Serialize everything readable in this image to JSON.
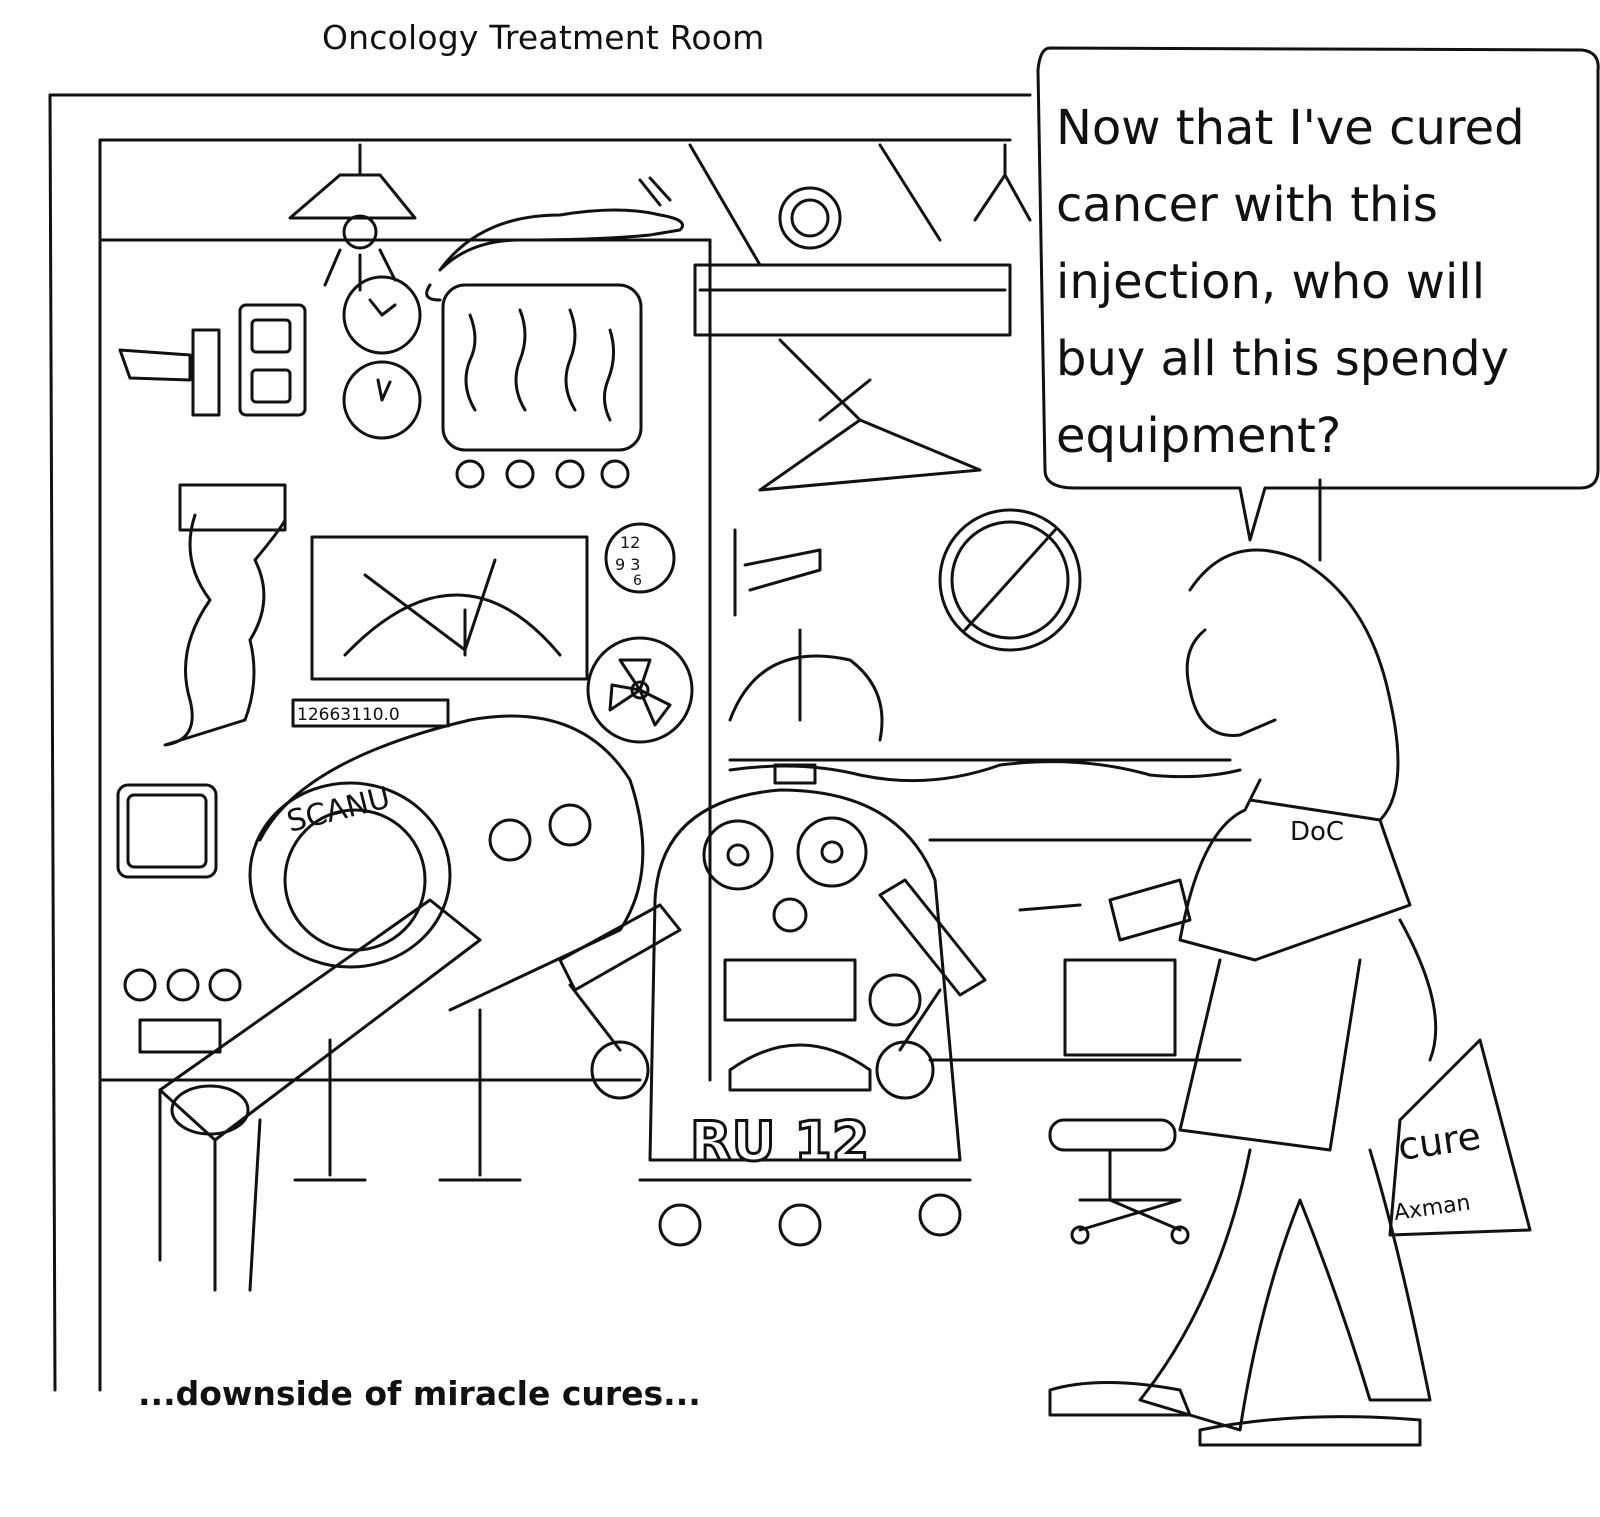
{
  "title": "Oncology Treatment Room",
  "speech_bubble": {
    "text": "Now that I've cured\ncancer with this\ninjection, who will\nbuy all this spendy\nequipment?"
  },
  "caption": "...downside of miracle cures...",
  "labels": {
    "scanner": "SCANU",
    "robot": "RU 12",
    "badge": "DoC",
    "readout": "12663110.0",
    "poster_word": "cure",
    "signature": "Axman"
  },
  "style": {
    "ink": "#111111",
    "paper": "#ffffff"
  }
}
